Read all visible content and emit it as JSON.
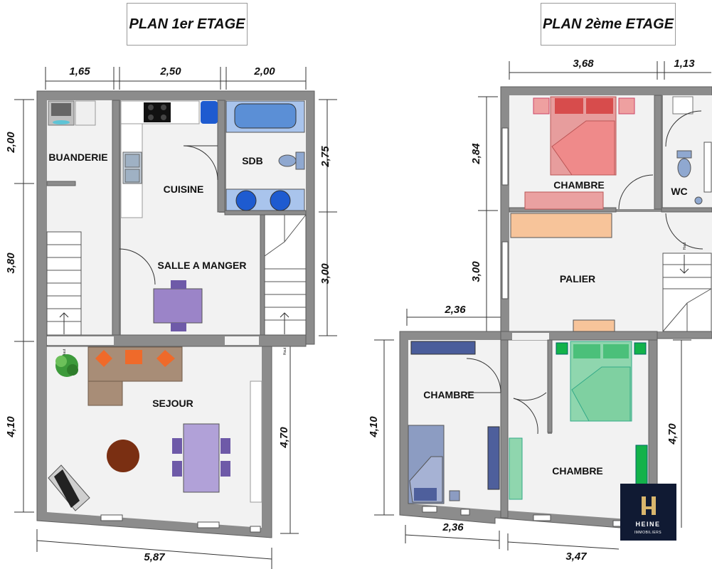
{
  "titles": {
    "floor1": "PLAN 1er ETAGE",
    "floor2": "PLAN 2ème ETAGE"
  },
  "floor1": {
    "rooms": {
      "buanderie": "BUANDERIE",
      "cuisine": "CUISINE",
      "sdb": "SDB",
      "salle_a_manger": "SALLE A MANGER",
      "sejour": "SEJOUR"
    },
    "dimensions": {
      "top_1": "1,65",
      "top_2": "2,50",
      "top_3": "2,00",
      "left_1": "2,00",
      "left_2": "3,80",
      "left_3": "4,10",
      "right_1": "2,75",
      "right_2": "3,00",
      "right_3": "4,70",
      "bottom": "5,87"
    },
    "stair_labels": [
      "Haut",
      "Haut"
    ]
  },
  "floor2": {
    "rooms": {
      "chambre_top": "CHAMBRE",
      "wc": "WC",
      "palier": "PALIER",
      "chambre_left": "CHAMBRE",
      "chambre_right": "CHAMBRE"
    },
    "dimensions": {
      "top_1": "3,68",
      "top_2": "1,13",
      "left_1": "2,84",
      "left_2": "3,00",
      "mid": "2,36",
      "left_3": "4,10",
      "right": "4,70",
      "bottom_1": "2,36",
      "bottom_2": "3,47"
    },
    "stair_labels": [
      "Haut"
    ]
  },
  "logo": {
    "brand": "HEINE",
    "sub": "IMMOBILIERS",
    "background": "#101a33"
  },
  "colors": {
    "wall": "#8c8c8c",
    "bath": "#5b8fd6",
    "bed_red": "#e79d9d",
    "bed_green": "#8fd6ae",
    "table_purple": "#9b84c8",
    "sofa": "#a88d77",
    "cushion": "#ef6a2a"
  }
}
